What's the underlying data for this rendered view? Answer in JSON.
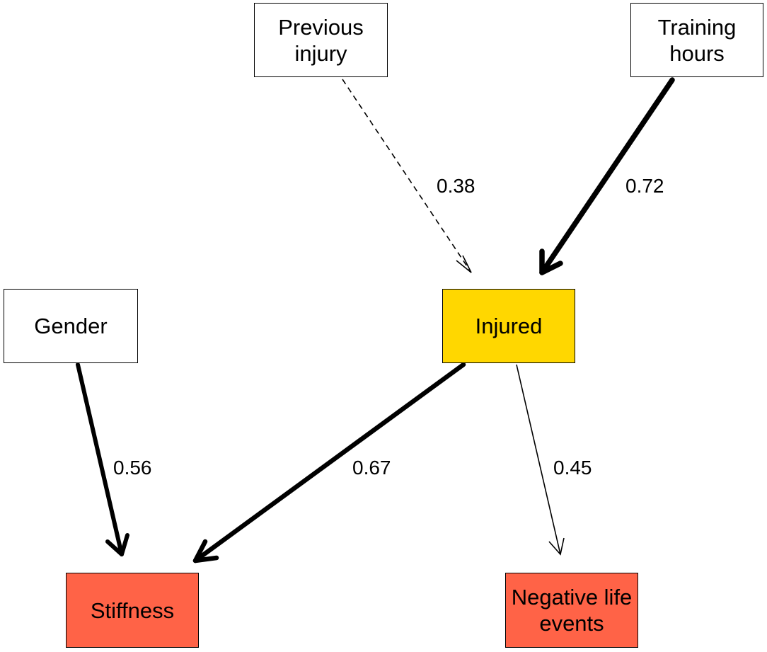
{
  "diagram": {
    "nodes": {
      "previous_injury": {
        "line1": "Previous",
        "line2": "injury",
        "color": "#ffffff"
      },
      "training_hours": {
        "line1": "Training",
        "line2": "hours",
        "color": "#ffffff"
      },
      "gender": {
        "label": "Gender",
        "color": "#ffffff"
      },
      "injured": {
        "label": "Injured",
        "color": "#ffd700"
      },
      "stiffness": {
        "label": "Stiffness",
        "color": "#ff6347"
      },
      "negative_life_events": {
        "line1": "Negative life",
        "line2": "events",
        "color": "#ff6347"
      }
    },
    "edges": [
      {
        "from": "Previous injury",
        "to": "Injured",
        "label": "0.38",
        "style": "dashed"
      },
      {
        "from": "Training hours",
        "to": "Injured",
        "label": "0.72",
        "style": "solid"
      },
      {
        "from": "Gender",
        "to": "Stiffness",
        "label": "0.56",
        "style": "solid"
      },
      {
        "from": "Injured",
        "to": "Stiffness",
        "label": "0.67",
        "style": "solid"
      },
      {
        "from": "Injured",
        "to": "Negative life events",
        "label": "0.45",
        "style": "solid"
      }
    ]
  }
}
